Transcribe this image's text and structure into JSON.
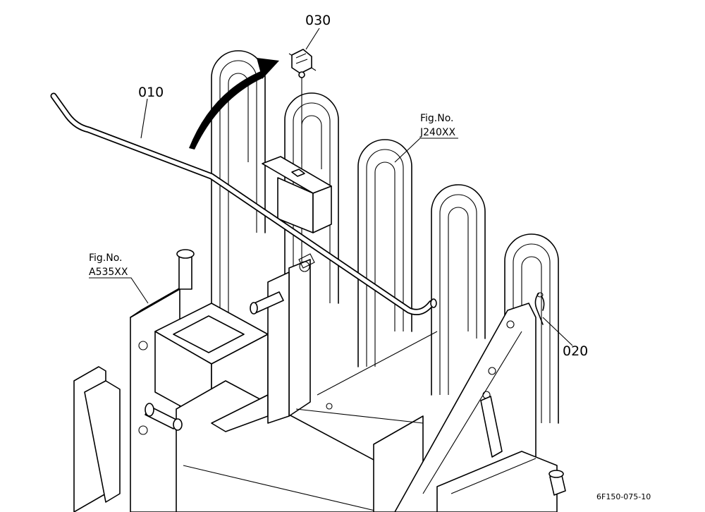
{
  "drawing_code": "6F150-075-10",
  "parts": [
    {
      "number": "010"
    },
    {
      "number": "020"
    },
    {
      "number": "030"
    }
  ],
  "figure_refs": [
    {
      "prefix": "Fig.No.",
      "ref": "J240XX"
    },
    {
      "prefix": "Fig.No.",
      "ref": "A535XX"
    }
  ]
}
